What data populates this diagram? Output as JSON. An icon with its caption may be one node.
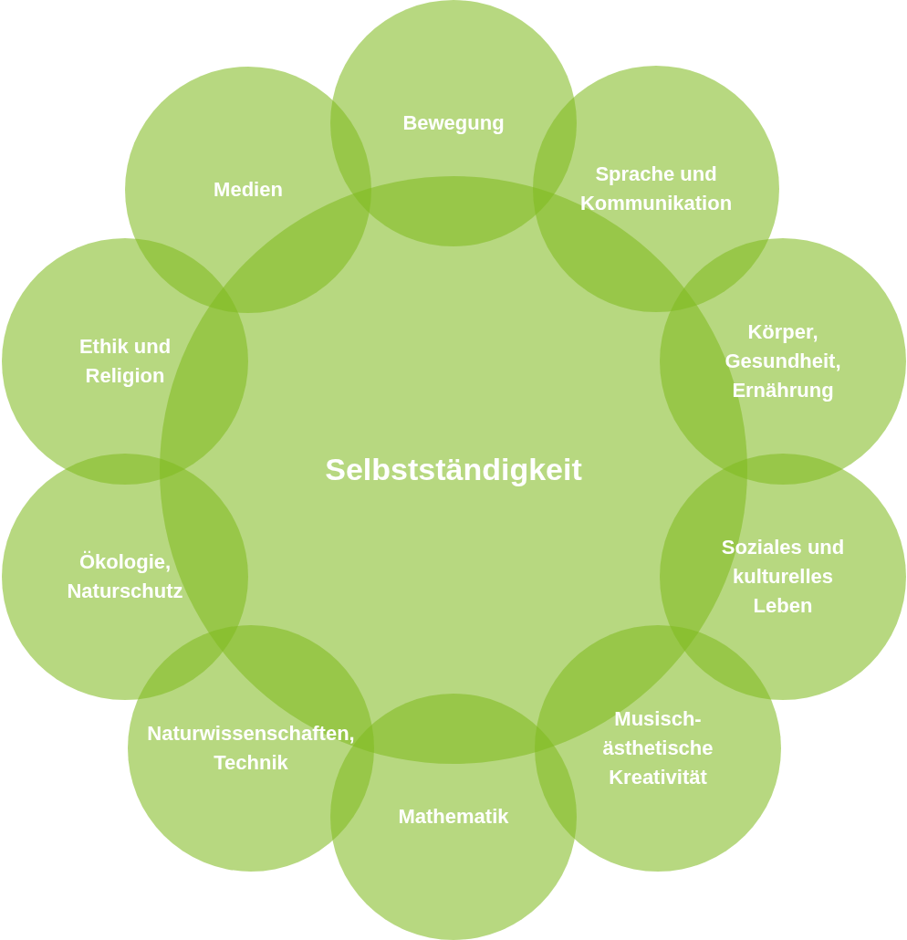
{
  "diagram": {
    "nodes": [
      {
        "text": [
          "Selbstständigkeit"
        ]
      },
      {
        "text": [
          "Bewegung"
        ]
      },
      {
        "text": [
          "Sprache und Kommunikation"
        ]
      },
      {
        "text": [
          "Körper, Gesundheit, Ernährung"
        ]
      },
      {
        "text": [
          "Soziales und kulturelles Leben"
        ]
      },
      {
        "text": [
          "Musisch-ästhetische Kreativität"
        ]
      },
      {
        "text": [
          "Mathematik"
        ]
      },
      {
        "text": [
          "Naturwissenschaften, Technik"
        ]
      },
      {
        "text": [
          "Ökologie, Naturschutz"
        ]
      },
      {
        "text": [
          "Ethik und Religion"
        ]
      },
      {
        "text": [
          "Medien"
        ]
      }
    ]
  }
}
